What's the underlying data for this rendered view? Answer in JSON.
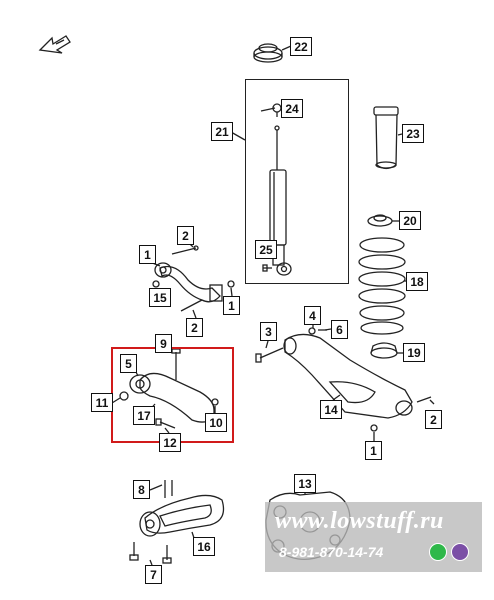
{
  "callouts": [
    "1",
    "2",
    "3",
    "4",
    "5",
    "6",
    "7",
    "8",
    "9",
    "10",
    "11",
    "12",
    "13",
    "14",
    "15",
    "16",
    "17",
    "18",
    "19",
    "20",
    "21",
    "22",
    "23",
    "24",
    "25"
  ],
  "watermark": {
    "site": "www.lowstuff.ru",
    "phone": "8-981-870-14-74"
  },
  "colors": {
    "highlight": "#d11a1a",
    "whatsapp": "#2fb84a",
    "viber": "#7b4fa6"
  },
  "icons": [
    "front-direction-arrow-icon",
    "whatsapp-icon",
    "viber-icon"
  ]
}
